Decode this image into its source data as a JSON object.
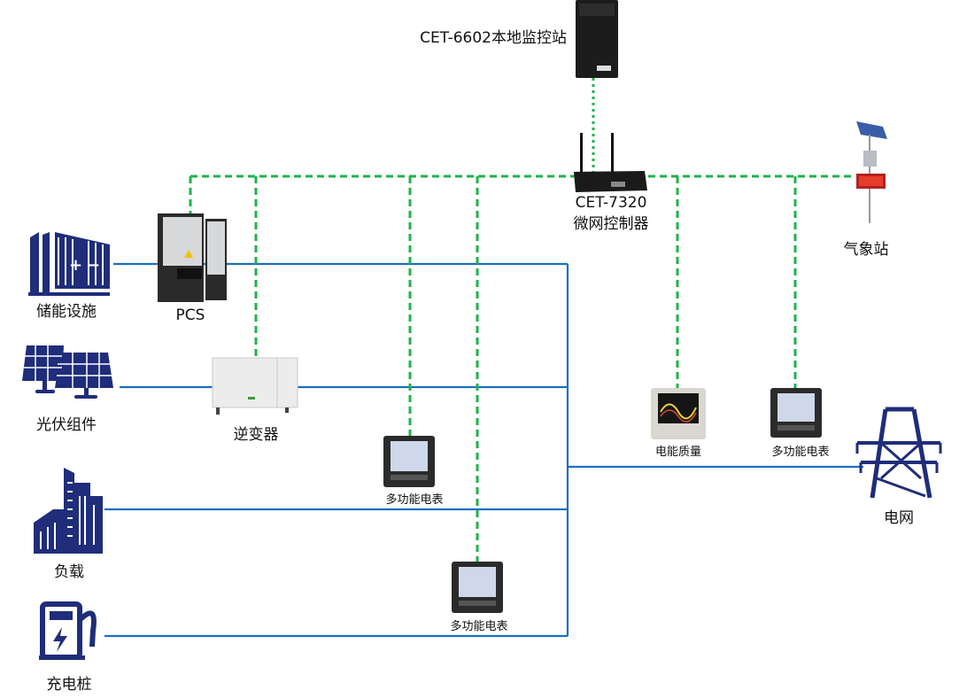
{
  "colors": {
    "power_line": "#1b6fc2",
    "comm_line": "#1fb34a",
    "icon": "#1f2d7a"
  },
  "nodes": {
    "monitor": {
      "label": "CET-6602本地监控站",
      "icon": "desktop-tower-icon"
    },
    "controller": {
      "label_model": "CET-7320",
      "label_name": "微网控制器",
      "icon": "router-icon"
    },
    "weather": {
      "label": "气象站",
      "icon": "weather-station-icon"
    },
    "storage": {
      "label": "储能设施",
      "icon": "battery-container-icon"
    },
    "pcs": {
      "label": "PCS",
      "icon": "cabinet-icon"
    },
    "pv": {
      "label": "光伏组件",
      "icon": "solar-panel-icon"
    },
    "inverter": {
      "label": "逆变器",
      "icon": "inverter-icon"
    },
    "load": {
      "label": "负载",
      "icon": "building-icon"
    },
    "charger": {
      "label": "充电桩",
      "icon": "ev-charger-icon"
    },
    "meter1": {
      "label": "多功能电表",
      "icon": "meter-icon"
    },
    "meter2": {
      "label": "多功能电表",
      "icon": "meter-icon"
    },
    "meter3": {
      "label": "多功能电表",
      "icon": "meter-icon"
    },
    "power_quality": {
      "label": "电能质量",
      "icon": "power-quality-meter-icon"
    },
    "grid": {
      "label": "电网",
      "icon": "transmission-tower-icon"
    }
  }
}
